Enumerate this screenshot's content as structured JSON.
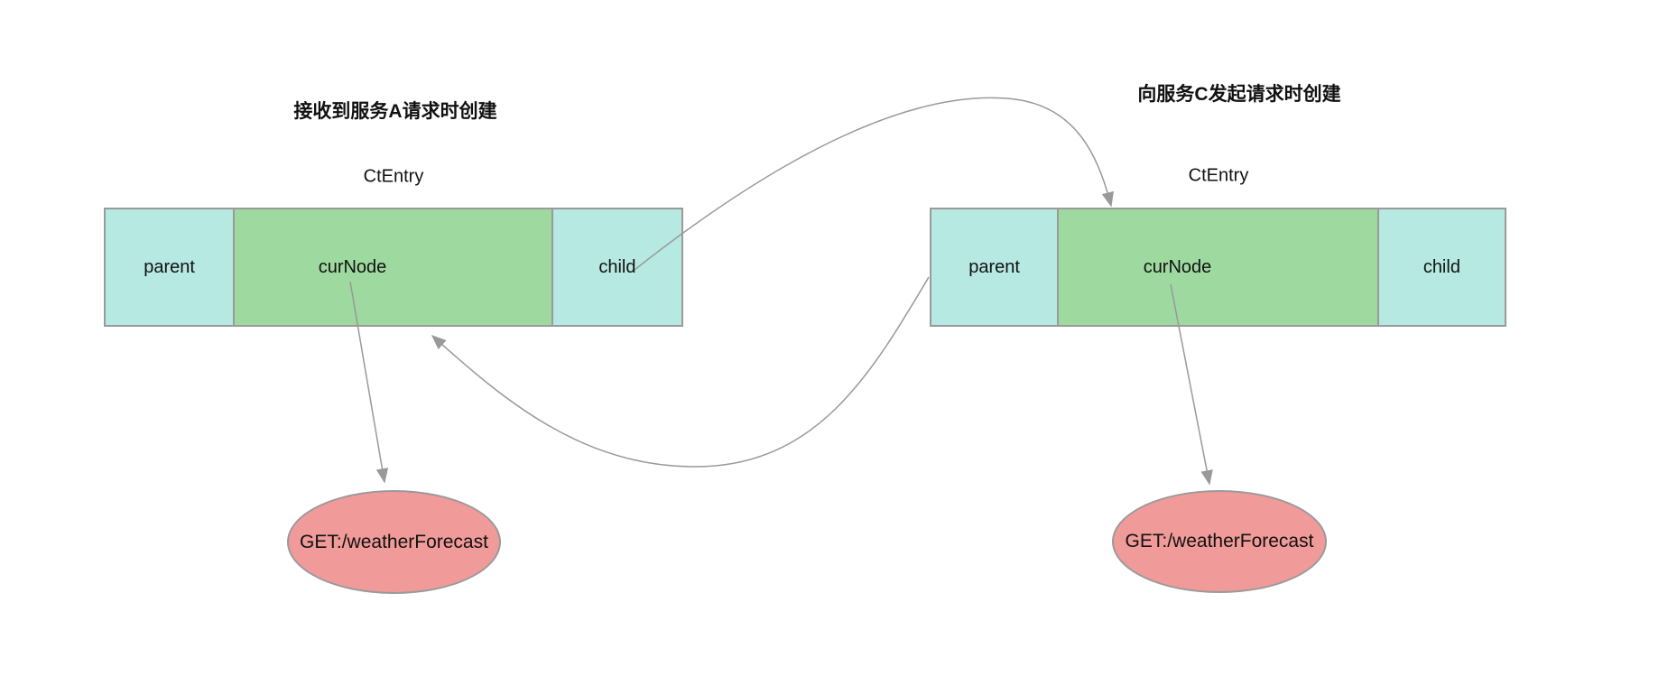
{
  "diagram": {
    "left_group": {
      "caption": "接收到服务A请求时创建",
      "entry_label": "CtEntry",
      "cells": {
        "parent": "parent",
        "curnode": "curNode",
        "child": "child"
      },
      "endpoint_label": "GET:/weatherForecast"
    },
    "right_group": {
      "caption": "向服务C发起请求时创建",
      "entry_label": "CtEntry",
      "cells": {
        "parent": "parent",
        "curnode": "curNode",
        "child": "child"
      },
      "endpoint_label": "GET:/weatherForecast"
    },
    "colors": {
      "pointer_cell_fill": "#b5e9e1",
      "curnode_cell_fill": "#9ed99f",
      "endpoint_fill": "#f09b99",
      "shape_stroke": "#9a9a9a",
      "arrow_stroke": "#999999",
      "text_color": "#111111",
      "background": "#ffffff"
    }
  }
}
